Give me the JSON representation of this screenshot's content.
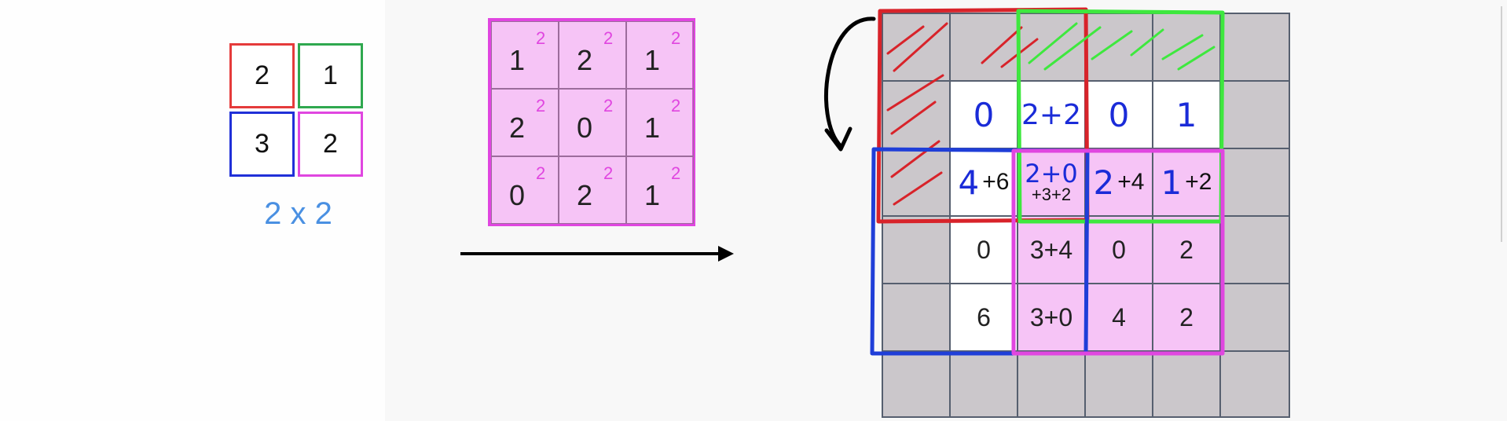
{
  "kernel": {
    "cells": [
      "2",
      "1",
      "3",
      "2"
    ],
    "label": "2 x 2",
    "colors": [
      "#e53b3b",
      "#2fa84f",
      "#2030d8",
      "#e046e0"
    ]
  },
  "input_grid": {
    "values": [
      "1",
      "2",
      "1",
      "2",
      "0",
      "1",
      "0",
      "2",
      "1"
    ],
    "exponent": "2"
  },
  "output_grid": {
    "row1": [
      "0",
      "2+2",
      "0",
      "1"
    ],
    "row2": {
      "c1a": "4",
      "c1b": "+6",
      "c2a": "2+0",
      "c2b": "+3+2",
      "c3a": "2",
      "c3b": "+4",
      "c4a": "1",
      "c4b": "+2"
    },
    "row3": [
      "0",
      "3+4",
      "0",
      "2"
    ],
    "row4": [
      "6",
      "3+0",
      "4",
      "2"
    ]
  },
  "colors": {
    "kernel_label": "#4a90e2",
    "pink_fill": "#f6c4f6",
    "magenta": "#e046e0",
    "gray_cell": "#cbc7cb",
    "handwriting_blue": "#1a2bd8",
    "red_box": "#d8232a",
    "green_box": "#3ee83e",
    "blue_box": "#1f3ed8"
  }
}
